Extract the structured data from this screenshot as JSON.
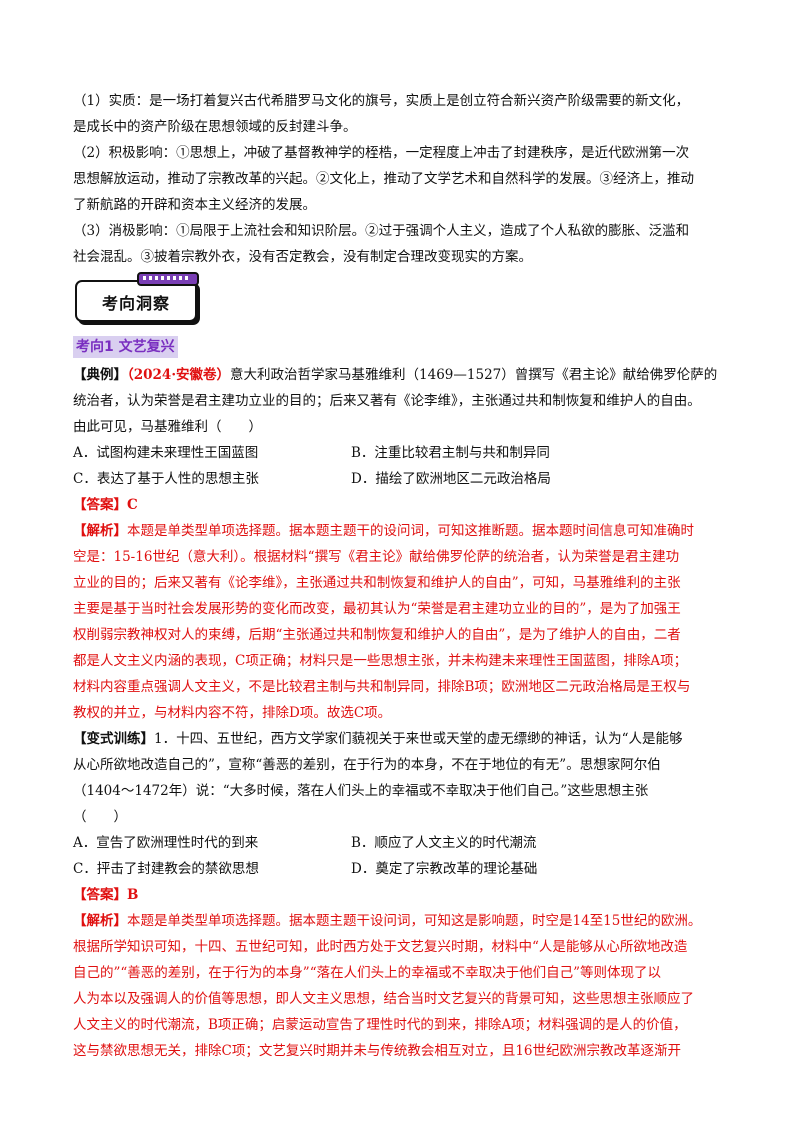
{
  "intro": {
    "p1a": "（1）实质：是一场打着复兴古代希腊罗马文化的旗号，实质上是创立符合新兴资产阶级需要的新文化，",
    "p1b": "是成长中的资产阶级在思想领域的反封建斗争。",
    "p2a": "（2）积极影响：①思想上，冲破了基督教神学的桎梏，一定程度上冲击了封建秩序，是近代欧洲第一次",
    "p2b": "思想解放运动，推动了宗教改革的兴起。②文化上，推动了文学艺术和自然科学的发展。③经济上，推动",
    "p2c": "了新航路的开辟和资本主义经济的发展。",
    "p3a": "（3）消极影响：①局限于上流社会和知识阶层。②过于强调个人主义，造成了个人私欲的膨胀、泛滥和",
    "p3b": "社会混乱。③披着宗教外衣，没有否定教会，没有制定合理改变现实的方案。"
  },
  "banner": {
    "text": "考向洞察"
  },
  "kaoxiang": {
    "title": "考向1  文艺复兴"
  },
  "example": {
    "label": "【典例】",
    "source": "（2024·安徽卷）",
    "q1": "意大利政治哲学家马基雅维利（1469—1527）曾撰写《君主论》献给佛罗伦萨的",
    "q2": "统治者，认为荣誉是君主建功立业的目的；后来又著有《论李维》，主张通过共和制恢复和维护人的自由。",
    "q3": "由此可见，马基雅维利（　　）",
    "optA": "A．试图构建未来理性王国蓝图",
    "optB": "B．注重比较君主制与共和制异同",
    "optC": "C．表达了基于人性的思想主张",
    "optD": "D．描绘了欧洲地区二元政治格局",
    "answer": "【答案】C",
    "analysis_label": "【解析】",
    "a1": "本题是单类型单项选择题。据本题主题干的设问词，可知这推断题。据本题时间信息可知准确时",
    "a2": "空是：15-16世纪（意大利）。根据材料“撰写《君主论》献给佛罗伦萨的统治者，认为荣誉是君主建功",
    "a3": "立业的目的；后来又著有《论李维》，主张通过共和制恢复和维护人的自由”，可知，马基雅维利的主张",
    "a4": "主要是基于当时社会发展形势的变化而改变，最初其认为“荣誉是君主建功立业的目的”，是为了加强王",
    "a5": "权削弱宗教神权对人的束缚，后期“主张通过共和制恢复和维护人的自由”，是为了维护人的自由，二者",
    "a6": "都是人文主义内涵的表现，C项正确；材料只是一些思想主张，并未构建未来理性王国蓝图，排除A项；",
    "a7": "材料内容重点强调人文主义，不是比较君主制与共和制异同，排除B项；欧洲地区二元政治格局是王权与",
    "a8": "教权的并立，与材料内容不符，排除D项。故选C项。"
  },
  "practice": {
    "label": "【变式训练】",
    "q1": "1．十四、五世纪，西方文学家们藐视关于来世或天堂的虚无缥缈的神话，认为“人是能够",
    "q2": "从心所欲地改造自己的”，宣称“善恶的差别，在于行为的本身，不在于地位的有无”。思想家阿尔伯",
    "q3": "（1404～1472年）说：“大多时候，落在人们头上的幸福或不幸取决于他们自己。”这些思想主张",
    "q4": "（　　）",
    "optA": "A．宣告了欧洲理性时代的到来",
    "optB": "B．顺应了人文主义的时代潮流",
    "optC": "C．抨击了封建教会的禁欲思想",
    "optD": "D．奠定了宗教改革的理论基础",
    "answer": "【答案】B",
    "analysis_label": "【解析】",
    "a1": "本题是单类型单项选择题。据本题主题干设问词，可知这是影响题，时空是14至15世纪的欧洲。",
    "a2": "根据所学知识可知，十四、五世纪可知，此时西方处于文艺复兴时期，材料中“人是能够从心所欲地改造",
    "a3": "自己的”“善恶的差别，在于行为的本身”“落在人们头上的幸福或不幸取决于他们自己”等则体现了以",
    "a4": "人为本以及强调人的价值等思想，即人文主义思想，结合当时文艺复兴的背景可知，这些思想主张顺应了",
    "a5": "人文主义的时代潮流，B项正确；启蒙运动宣告了理性时代的到来，排除A项；材料强调的是人的价值，",
    "a6": "这与禁欲思想无关，排除C项；文艺复兴时期并未与传统教会相互对立，且16世纪欧洲宗教改革逐渐开"
  }
}
